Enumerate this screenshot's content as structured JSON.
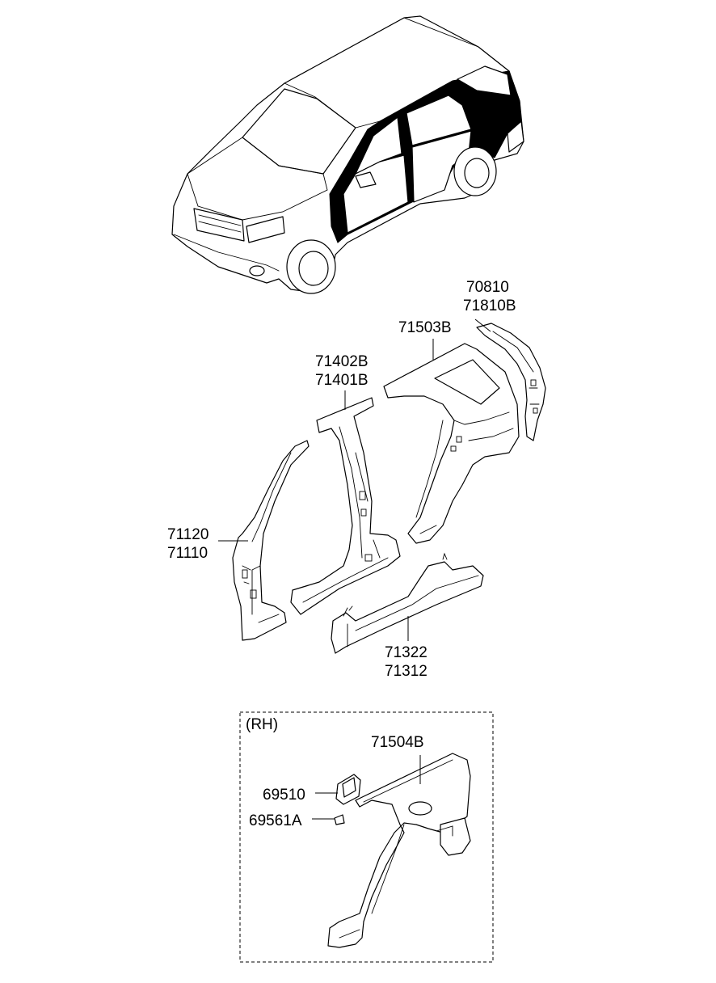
{
  "diagram": {
    "labels": {
      "p70810": "70810",
      "p71810b": "71810B",
      "p71503b": "71503B",
      "p71402b": "71402B",
      "p71401b": "71401B",
      "p71120": "71120",
      "p71110": "71110",
      "p71322": "71322",
      "p71312": "71312",
      "rh_title": "(RH)",
      "p71504b": "71504B",
      "p69510": "69510",
      "p69561a": "69561A"
    },
    "colors": {
      "line": "#000000",
      "background": "#ffffff",
      "highlight": "#000000"
    },
    "icons": {
      "vehicle": "suv-isometric-illustration",
      "parts": "body-side-panel-line-drawings"
    }
  }
}
